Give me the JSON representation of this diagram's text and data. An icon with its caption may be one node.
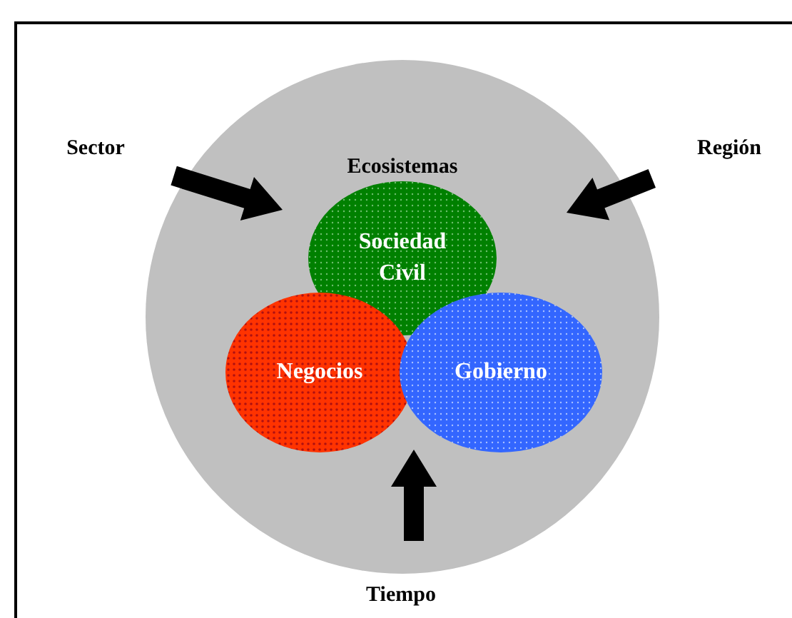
{
  "diagram": {
    "nodes": [
      {
        "text": [
          "Ecosistemas"
        ]
      },
      {
        "text": [
          "Sociedad Civil"
        ],
        "in": 0
      },
      {
        "text": [
          "Negocios"
        ],
        "in": 0
      },
      {
        "text": [
          "Gobierno"
        ],
        "in": 0
      },
      {
        "text": [
          "Sector"
        ]
      },
      {
        "text": [
          "Región"
        ]
      },
      {
        "text": [
          "Tiempo"
        ]
      }
    ],
    "edges": [
      {
        "from": 4,
        "to": 0,
        "arrow": "to",
        "style": "thick"
      },
      {
        "from": 5,
        "to": 0,
        "arrow": "to",
        "style": "thick"
      },
      {
        "from": 6,
        "to": 0,
        "arrow": "to",
        "style": "thick"
      }
    ]
  }
}
